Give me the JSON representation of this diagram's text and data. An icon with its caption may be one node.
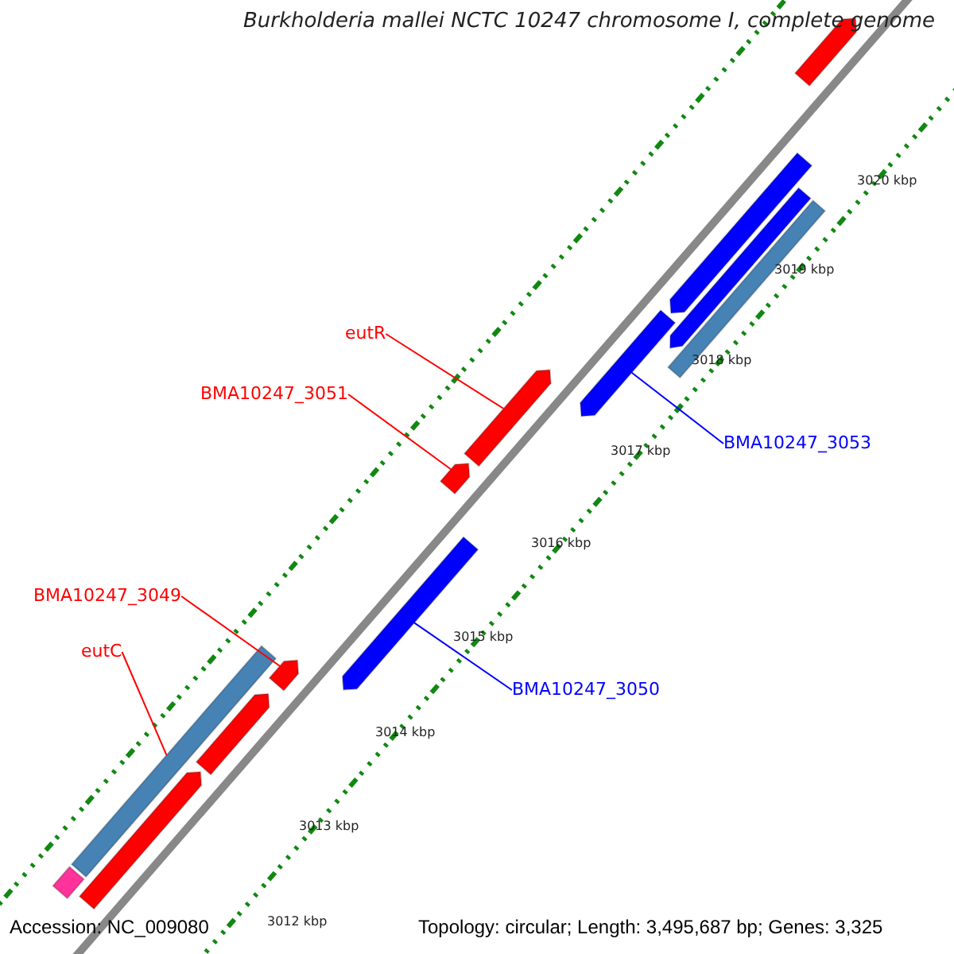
{
  "diagram": {
    "title": "Burkholderia mallei NCTC 10247 chromosome I, complete genome",
    "nodes": [
      {
        "text": [
          "eutR"
        ]
      },
      {
        "text": [
          "BMA10247_3051"
        ]
      },
      {
        "text": [
          "BMA10247_3053"
        ]
      },
      {
        "text": [
          "BMA10247_3050"
        ]
      },
      {
        "text": [
          "BMA10247_3049"
        ]
      },
      {
        "text": [
          "eutC"
        ]
      },
      {
        "text": [],
        "shape": "bar"
      },
      {
        "text": [],
        "shape": "bar"
      },
      {
        "text": [],
        "shape": "bar"
      },
      {
        "text": [],
        "shape": "bar"
      },
      {
        "text": [],
        "shape": "bar"
      },
      {
        "text": [],
        "shape": "bar"
      },
      {
        "text": [],
        "shape": "bar"
      },
      {
        "text": [],
        "shape": "bar"
      },
      {
        "text": [],
        "shape": "bar"
      },
      {
        "text": [],
        "shape": "bar"
      },
      {
        "text": [],
        "shape": "bar"
      },
      {
        "text": [],
        "shape": "bar"
      },
      {
        "text": [],
        "shape": "bar"
      }
    ],
    "edges": [
      {
        "from": 0,
        "to": 6,
        "arrow": "none"
      },
      {
        "from": 1,
        "to": 7,
        "arrow": "none"
      },
      {
        "from": 2,
        "to": 8,
        "arrow": "none",
        "color": "#0000ff"
      },
      {
        "from": 3,
        "to": 9,
        "arrow": "none",
        "color": "#0000ff"
      },
      {
        "from": 4,
        "to": 10,
        "arrow": "none"
      },
      {
        "from": 5,
        "to": 11,
        "arrow": "none"
      }
    ],
    "labels": [
      "3020 kbp",
      "3019 kbp",
      "3018 kbp",
      "3017 kbp",
      "3016 kbp",
      "3015 kbp",
      "3014 kbp",
      "3013 kbp",
      "3012 kbp",
      "Accession: NC_009080",
      "Topology: circular; Length: 3,495,687 bp; Genes: 3,325"
    ]
  }
}
